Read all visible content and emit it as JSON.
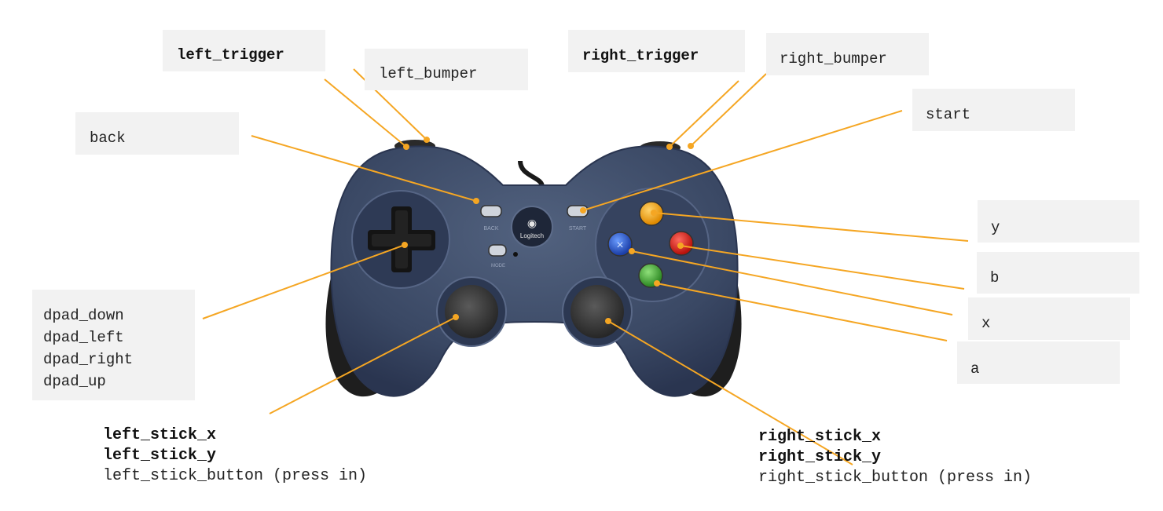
{
  "labels": {
    "left_trigger": "left_trigger",
    "left_bumper": "left_bumper",
    "right_trigger": "right_trigger",
    "right_bumper": "right_bumper",
    "back": "back",
    "start": "start",
    "y": "y",
    "b": "b",
    "x": "x",
    "a": "a",
    "dpad": [
      "dpad_down",
      "dpad_left",
      "dpad_right",
      "dpad_up"
    ],
    "left_stick": [
      "left_stick_x",
      "left_stick_y",
      "left_stick_button (press in)"
    ],
    "right_stick": [
      "right_stick_x",
      "right_stick_y",
      "right_stick_button (press in)"
    ]
  },
  "controller": {
    "brand_text": "Logitech",
    "back_button_text": "BACK",
    "start_button_text": "START",
    "mode_button_text": "MODE"
  },
  "colors": {
    "leader_line": "#f5a623",
    "label_background": "#f2f2f2",
    "controller_body": "#3b4a66",
    "grips": "#1c1c1c",
    "button_y": "#f39c12",
    "button_b": "#d91e18",
    "button_x": "#2456c8",
    "button_a": "#3fa535"
  }
}
